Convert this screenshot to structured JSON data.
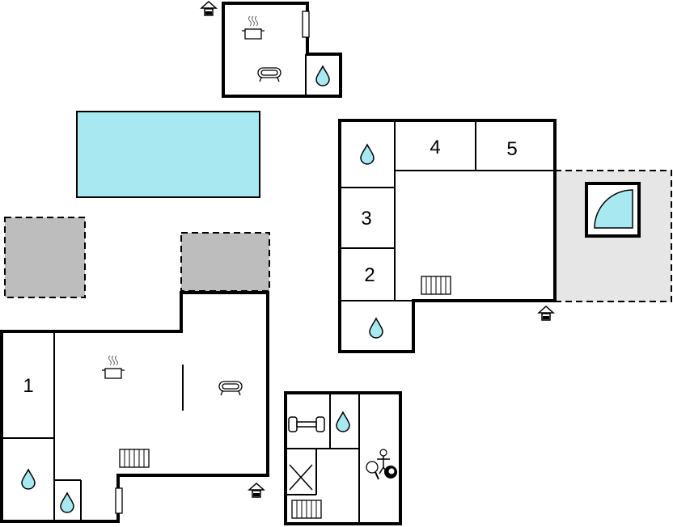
{
  "floor_plan": {
    "room_numbers": [
      "1",
      "2",
      "3",
      "4",
      "5"
    ],
    "colors": {
      "wall": "#000000",
      "pool": "#a8e8f0",
      "terrace": "#bdbdbd",
      "patio": "#e6e6e6",
      "water_drop": "#a8e8f0"
    },
    "icons": [
      "entrance-icon",
      "stove-icon",
      "sofa-icon",
      "bathroom-icon",
      "radiator-icon",
      "dumbbell-icon",
      "table-football-icon",
      "table-tennis-icon",
      "billiard-ball-icon",
      "whirlpool-icon",
      "door-icon"
    ]
  }
}
